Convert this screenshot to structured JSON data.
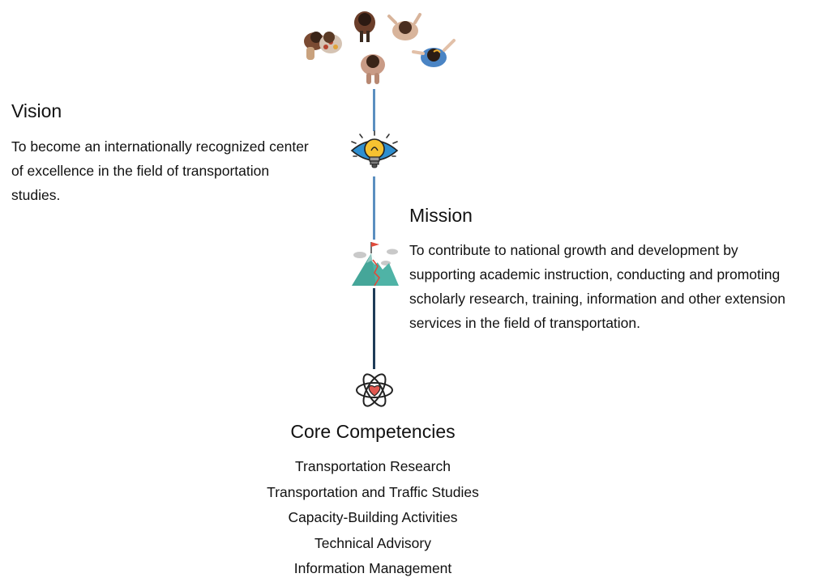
{
  "vision": {
    "title": "Vision",
    "lines": [
      "To become an internationally recognized center",
      "of excellence in the field of transportation",
      "studies."
    ],
    "icon": "lightbulb-eye-icon"
  },
  "mission": {
    "title": "Mission",
    "lines": [
      "To contribute to national growth and development by",
      "supporting academic instruction, conducting and  promoting",
      "scholarly research, training, information and other extension",
      "services in the field of  transportation."
    ],
    "icon": "mountain-flag-icon"
  },
  "core": {
    "title": "Core Competencies",
    "items": [
      "Transportation Research",
      "Transportation and Traffic Studies",
      "Capacity-Building Activities",
      "Technical Advisory",
      "Information Management"
    ],
    "icon": "atom-heart-icon"
  },
  "header_icon": "people-top-view-icon",
  "colors": {
    "line_light": "#5b8fc0",
    "line_dark": "#1e3b57",
    "bulb_yellow": "#f6c231",
    "eye_blue": "#2f8fd0",
    "mountain_teal": "#4fb3a6",
    "flag_red": "#e04a3a",
    "heart_red": "#e0574f"
  }
}
